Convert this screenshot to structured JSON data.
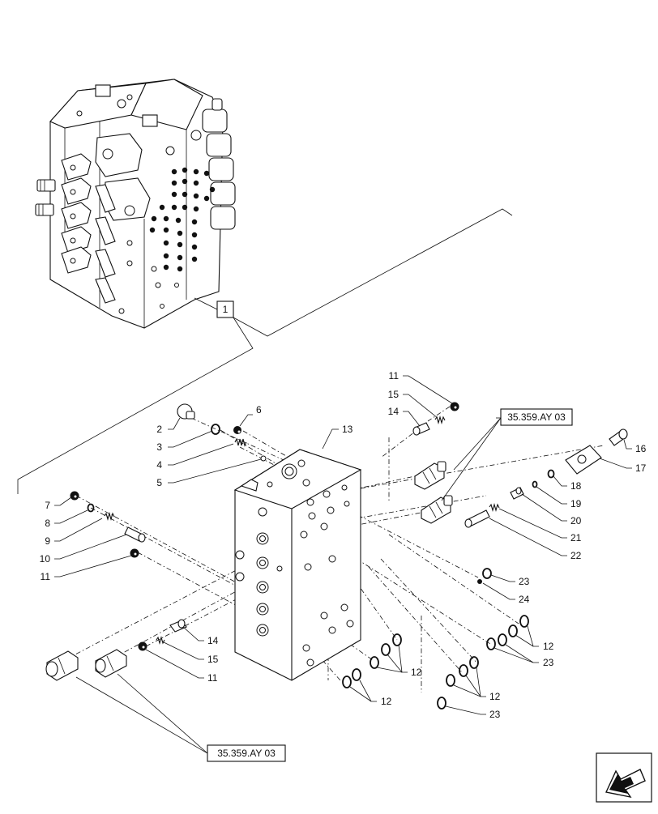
{
  "callouts": {
    "main_assembly": "1",
    "block": "13",
    "left": [
      "2",
      "3",
      "4",
      "5",
      "6",
      "7",
      "8",
      "9",
      "10",
      "11"
    ],
    "top": [
      "11",
      "15",
      "14"
    ],
    "right": [
      "16",
      "17",
      "18",
      "19",
      "20",
      "21",
      "22",
      "23",
      "24"
    ],
    "bottom_center": [
      "14",
      "15",
      "11"
    ],
    "orings": [
      "12",
      "12",
      "12",
      "12",
      "23",
      "23"
    ]
  },
  "references": {
    "top_ref": "35.359.AY 03",
    "bottom_ref": "35.359.AY 03"
  },
  "icons": {
    "navigation": "arrow-back-icon"
  }
}
